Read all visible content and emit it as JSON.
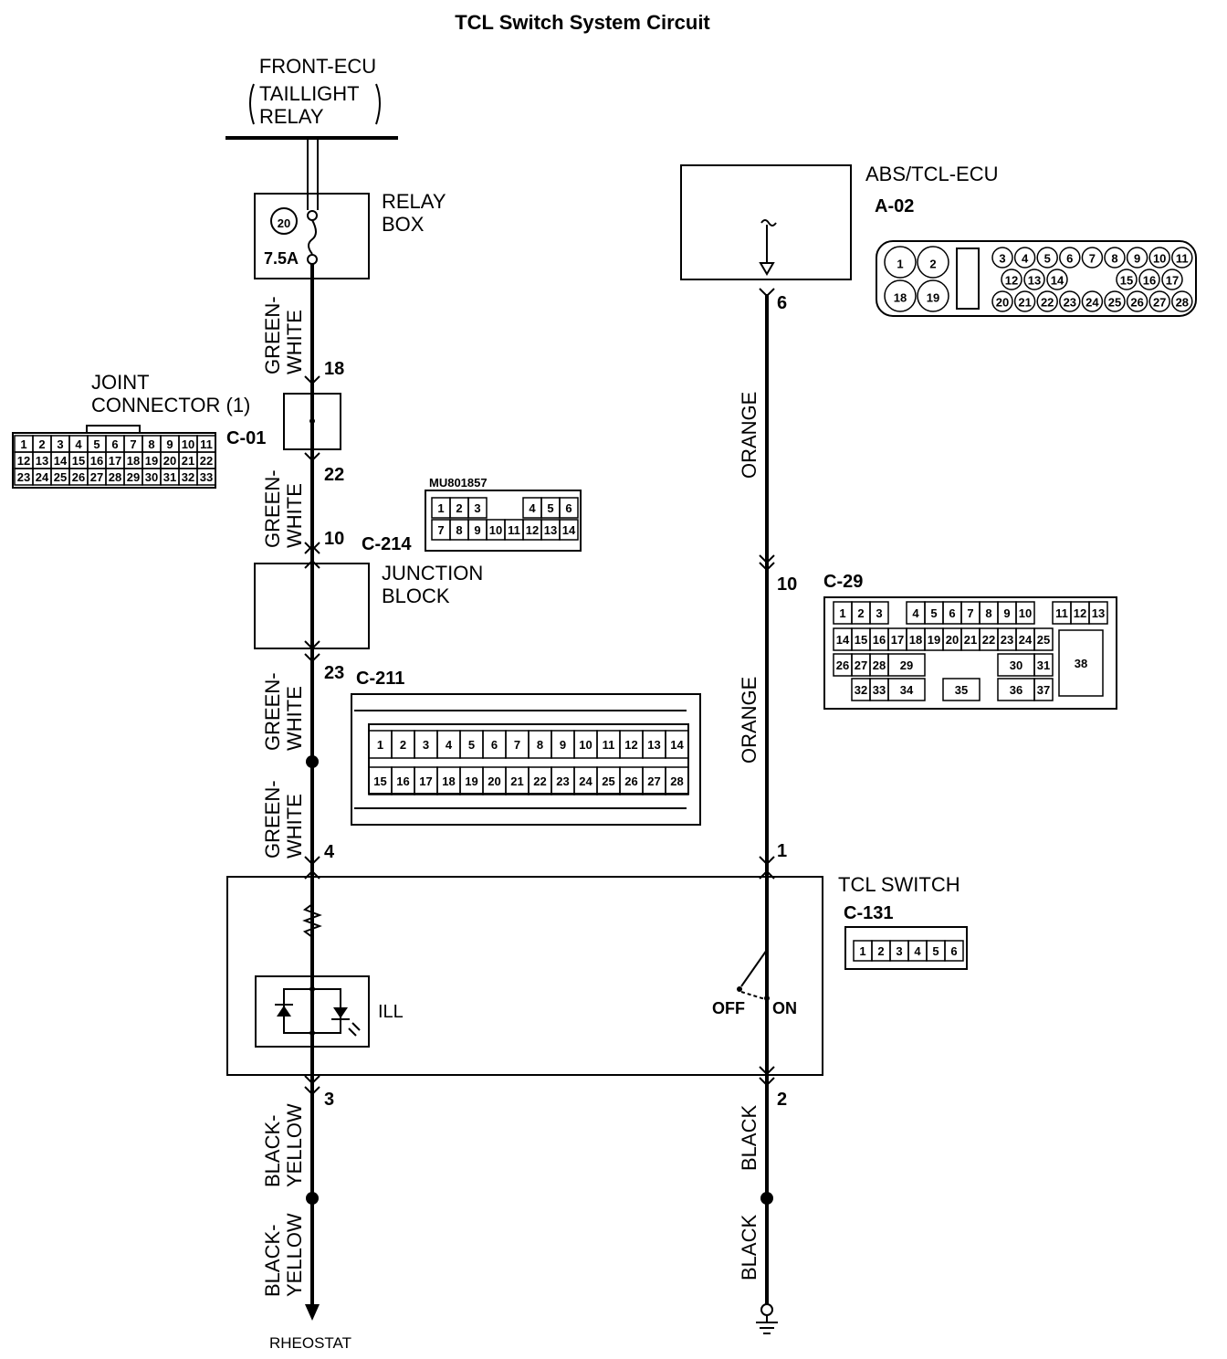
{
  "title": "TCL Switch System Circuit",
  "components": {
    "front_ecu": {
      "line1": "FRONT-ECU",
      "line2": "TAILLIGHT",
      "line3": "RELAY"
    },
    "relay_box": {
      "line1": "RELAY",
      "line2": "BOX",
      "fuse_no": "20",
      "fuse_rating": "7.5A"
    },
    "abs_tcl_ecu": {
      "name": "ABS/TCL-ECU",
      "connector": "A-02"
    },
    "joint_connector": {
      "line1": "JOINT",
      "line2": "CONNECTOR (1)",
      "connector": "C-01"
    },
    "junction_block": {
      "line1": "JUNCTION",
      "line2": "BLOCK",
      "connector_a": "C-214",
      "part_no": "MU801857",
      "connector_b": "C-211"
    },
    "tcl_switch": {
      "name": "TCL SWITCH",
      "connector": "C-131",
      "ill": "ILL",
      "off": "OFF",
      "on": "ON"
    },
    "c29": {
      "connector": "C-29"
    },
    "rheostat": "RHEOSTAT"
  },
  "wires": {
    "green_white_1": "GREEN-",
    "green_white_2": "WHITE",
    "orange": "ORANGE",
    "black_yellow_1": "BLACK-",
    "black_yellow_2": "YELLOW",
    "black": "BLACK"
  },
  "pins": {
    "p18": "18",
    "p22": "22",
    "p10l": "10",
    "p23": "23",
    "p4": "4",
    "p3": "3",
    "p6": "6",
    "p10r": "10",
    "p1": "1",
    "p2": "2"
  },
  "connector_pins": {
    "a02_big": [
      "1",
      "2",
      "18",
      "19"
    ],
    "a02_row1": [
      "3",
      "4",
      "5",
      "6",
      "7",
      "8",
      "9",
      "10",
      "11"
    ],
    "a02_row2": [
      "12",
      "13",
      "14",
      "15",
      "16",
      "17"
    ],
    "a02_row3": [
      "20",
      "21",
      "22",
      "23",
      "24",
      "25",
      "26",
      "27",
      "28"
    ],
    "c01_row1": [
      "1",
      "2",
      "3",
      "4",
      "5",
      "6",
      "7",
      "8",
      "9",
      "10",
      "11"
    ],
    "c01_row2": [
      "12",
      "13",
      "14",
      "15",
      "16",
      "17",
      "18",
      "19",
      "20",
      "21",
      "22"
    ],
    "c01_row3": [
      "23",
      "24",
      "25",
      "26",
      "27",
      "28",
      "29",
      "30",
      "31",
      "32",
      "33"
    ],
    "c214_row1": [
      "1",
      "2",
      "3",
      "4",
      "5",
      "6"
    ],
    "c214_row2": [
      "7",
      "8",
      "9",
      "10",
      "11",
      "12",
      "13",
      "14"
    ],
    "c211_row1": [
      "1",
      "2",
      "3",
      "4",
      "5",
      "6",
      "7",
      "8",
      "9",
      "10",
      "11",
      "12",
      "13",
      "14"
    ],
    "c211_row2": [
      "15",
      "16",
      "17",
      "18",
      "19",
      "20",
      "21",
      "22",
      "23",
      "24",
      "25",
      "26",
      "27",
      "28"
    ],
    "c29_row1": [
      "1",
      "2",
      "3",
      "4",
      "5",
      "6",
      "7",
      "8",
      "9",
      "10",
      "11",
      "12",
      "13"
    ],
    "c29_row2": [
      "14",
      "15",
      "16",
      "17",
      "18",
      "19",
      "20",
      "21",
      "22",
      "23",
      "24",
      "25"
    ],
    "c29_row3": [
      "26",
      "27",
      "28",
      "29",
      "30",
      "31"
    ],
    "c29_row4": [
      "32",
      "33",
      "34",
      "35",
      "36",
      "37"
    ],
    "c29_big": "38",
    "c131": [
      "1",
      "2",
      "3",
      "4",
      "5",
      "6"
    ]
  }
}
